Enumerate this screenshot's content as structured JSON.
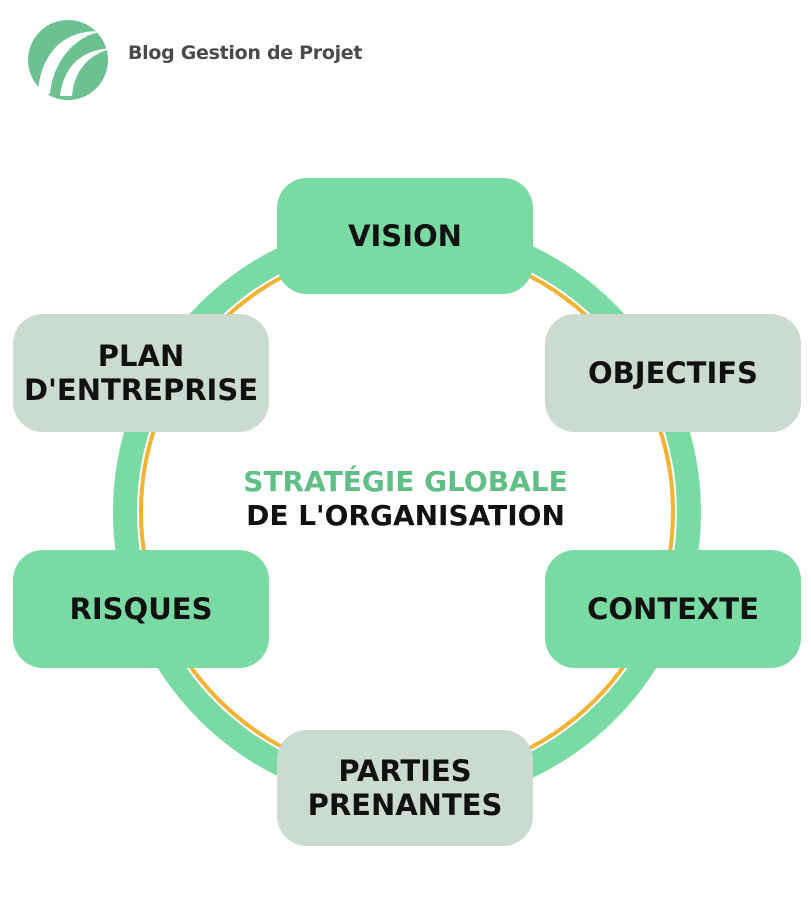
{
  "brand": {
    "name": "Blog Gestion de Projet"
  },
  "center": {
    "line1": "STRATÉGIE GLOBALE",
    "line2": "DE L'ORGANISATION"
  },
  "nodes": {
    "vision": {
      "lines": [
        "VISION"
      ]
    },
    "objectifs": {
      "lines": [
        "OBJECTIFS"
      ]
    },
    "contexte": {
      "lines": [
        "CONTEXTE"
      ]
    },
    "parties_prenantes": {
      "lines": [
        "PARTIES",
        "PRENANTES"
      ]
    },
    "risques": {
      "lines": [
        "RISQUES"
      ]
    },
    "plan_entreprise": {
      "lines": [
        "PLAN",
        "D'ENTREPRISE"
      ]
    }
  },
  "colors": {
    "ring_outer": "#79dba3",
    "ring_inner": "#f2b233",
    "node_green": "#79dba3",
    "node_gray": "#ccdbd0",
    "center_accent": "#5fbf87",
    "text_dark": "#111111",
    "brand_text": "#4a4a4a"
  }
}
